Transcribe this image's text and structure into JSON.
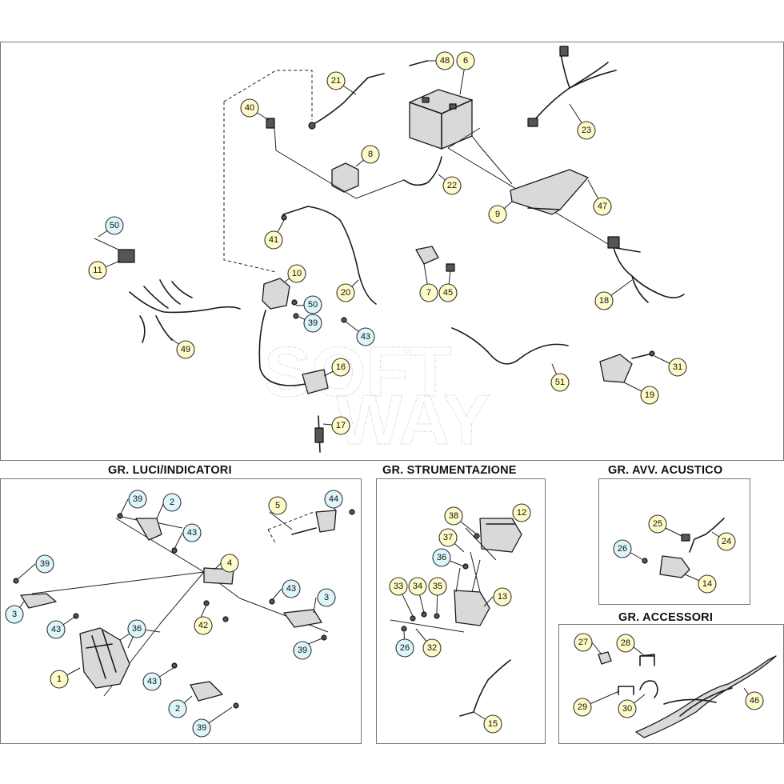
{
  "sections": {
    "lights": "GR. LUCI/INDICATORI",
    "instruments": "GR. STRUMENTAZIONE",
    "horn": "GR. AVV. ACUSTICO",
    "accessories": "GR. ACCESSORI"
  },
  "watermark": [
    "SOFT",
    "WAY"
  ],
  "colors": {
    "callout_yellow": "#fffbc8",
    "callout_blue": "#ddf6fb",
    "line": "#222222"
  },
  "callouts": {
    "main": [
      "48",
      "6",
      "21",
      "23",
      "40",
      "8",
      "22",
      "47",
      "9",
      "50",
      "11",
      "41",
      "10",
      "50",
      "20",
      "7",
      "45",
      "18",
      "39",
      "43",
      "49",
      "51",
      "31",
      "16",
      "19",
      "17"
    ],
    "lights": [
      "39",
      "2",
      "5",
      "44",
      "43",
      "4",
      "39",
      "43",
      "3",
      "3",
      "36",
      "43",
      "42",
      "39",
      "1",
      "43",
      "2",
      "39"
    ],
    "instruments": [
      "38",
      "12",
      "37",
      "36",
      "33",
      "34",
      "35",
      "13",
      "26",
      "32",
      "15"
    ],
    "horn": [
      "25",
      "24",
      "26",
      "14"
    ],
    "accessories": [
      "27",
      "28",
      "29",
      "30",
      "46"
    ]
  }
}
